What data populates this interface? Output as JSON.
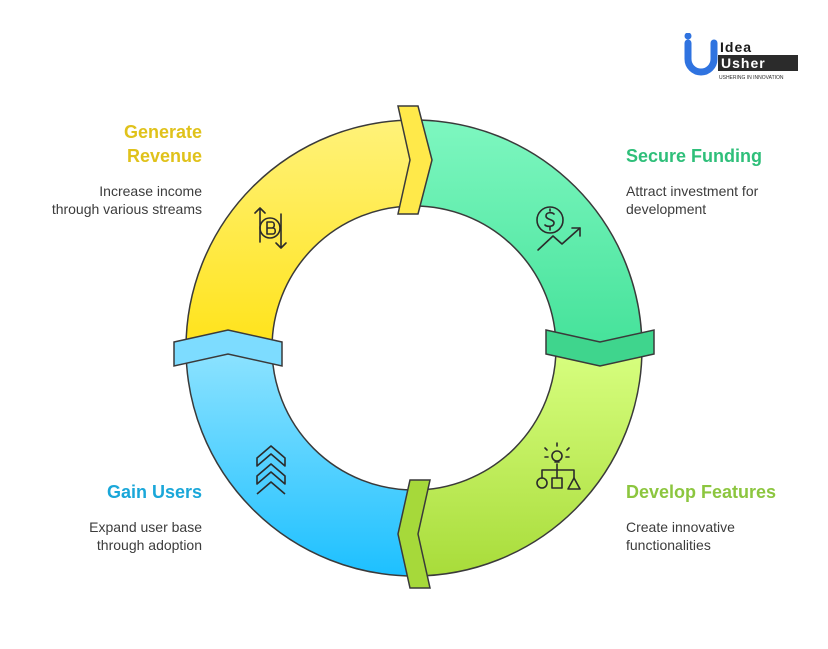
{
  "stages": [
    {
      "id": "secure-funding",
      "title": "Secure Funding",
      "desc_lines": [
        "Attract investment for",
        "development"
      ],
      "color": "#2fbf7a",
      "icon": "dollar-growth-icon"
    },
    {
      "id": "develop-features",
      "title": "Develop Features",
      "desc_lines": [
        "Create innovative",
        "functionalities"
      ],
      "color": "#8cc63f",
      "icon": "idea-shapes-icon"
    },
    {
      "id": "gain-users",
      "title": "Gain Users",
      "desc_lines": [
        "Expand user base",
        "through adoption"
      ],
      "color": "#1aa7d9",
      "icon": "chevrons-up-icon"
    },
    {
      "id": "generate-revenue",
      "title": "Generate",
      "title2": "Revenue",
      "desc_lines": [
        "Increase income",
        "through various streams"
      ],
      "color": "#e0c21b",
      "icon": "bitcoin-exchange-icon"
    }
  ],
  "logo": {
    "word1": "Idea",
    "word2": "Usher",
    "tagline": "USHERING IN INNOVATION",
    "accent": "#2f73e0"
  }
}
